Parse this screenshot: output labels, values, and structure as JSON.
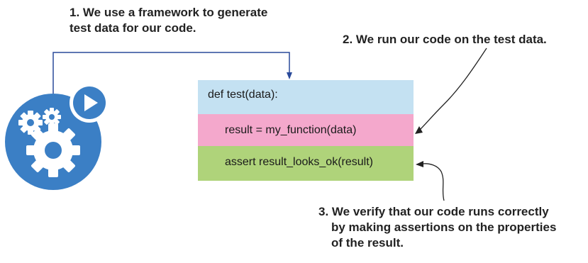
{
  "callouts": {
    "step1": {
      "line1": "1. We use a framework to generate",
      "line2": "test data for our code."
    },
    "step2": {
      "text": "2. We run our code on the test data."
    },
    "step3": {
      "line1": "3. We verify that our code runs correctly",
      "line2": "by making assertions on the properties",
      "line3": "of the result."
    }
  },
  "code": {
    "lines": [
      {
        "text": "def test(data):",
        "color": "#c4e1f2"
      },
      {
        "text": "result = my_function(data)",
        "color": "#f4a8cc"
      },
      {
        "text": "assert result_looks_ok(result)",
        "color": "#afd37a"
      }
    ]
  },
  "icon": {
    "name": "gears-play-icon",
    "colors": {
      "circle": "#3b7fc5",
      "inner": "#ffffff",
      "play_bg": "#ffffff",
      "play_triangle": "#3b7fc5"
    }
  },
  "colors": {
    "arrow": "#2a4a9a",
    "curve_arrow": "#222222",
    "text": "#222222"
  }
}
